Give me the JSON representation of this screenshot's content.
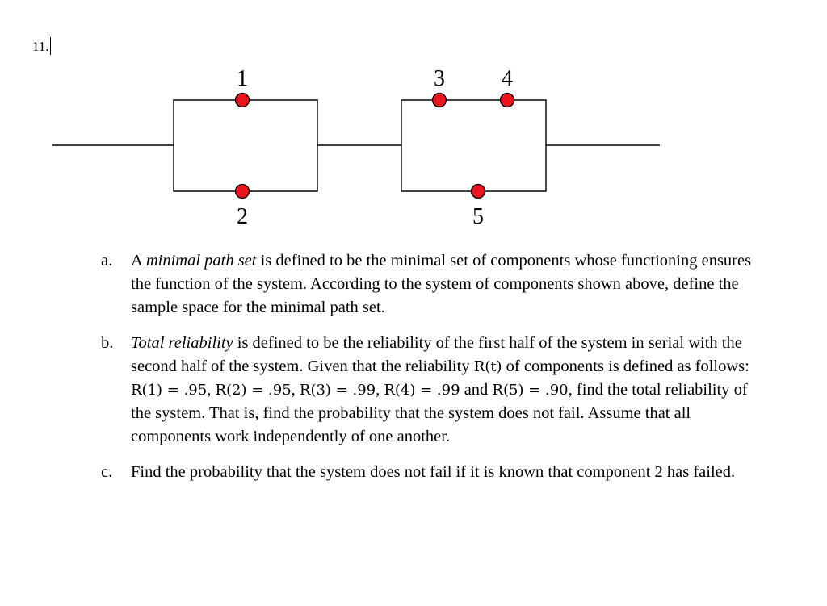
{
  "question_number": "11.",
  "diagram": {
    "labels": [
      "1",
      "2",
      "3",
      "4",
      "5"
    ],
    "node_color": "#e8151f"
  },
  "parts": {
    "a": {
      "marker": "a.",
      "lead": "A ",
      "term": "minimal path set",
      "rest": " is defined to be the minimal set of components whose functioning ensures the function of the system. According to the system of components shown above, define the sample space for the minimal path set."
    },
    "b": {
      "marker": "b.",
      "term": "Total reliability",
      "t1": " is defined to be the reliability of the first half of the system in serial with the second half of the system. Given that the reliability ",
      "m_rt": "R(t)",
      "t2": " of components is defined as follows: ",
      "m_r1": "R(1) = .95",
      "s1": ", ",
      "m_r2": "R(2) = .95",
      "s2": ", ",
      "m_r3": "R(3) = .99",
      "s3": ", ",
      "m_r4": "R(4) = .99",
      "s4": " and ",
      "m_r5": "R(5) = .90",
      "t3": ", find the total reliability of the system. That is, find the probability that the system does not fail. Assume that all components work independently of one another."
    },
    "c": {
      "marker": "c.",
      "text": "Find the probability that the system does not fail if it is known that component 2 has failed."
    }
  }
}
